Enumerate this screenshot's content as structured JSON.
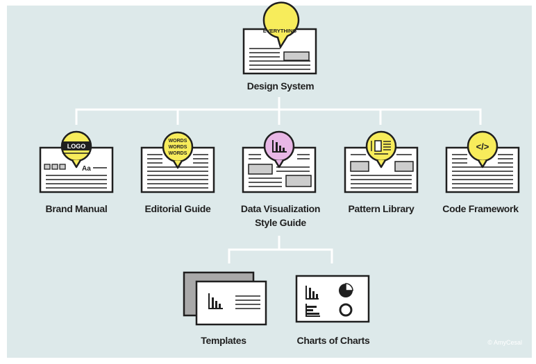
{
  "root": {
    "label": "Design System",
    "badge": "EVERYTHING"
  },
  "children": [
    {
      "id": "brand",
      "label": "Brand Manual",
      "badge": "LOGO"
    },
    {
      "id": "editorial",
      "label": "Editorial Guide",
      "badge": [
        "WORDS",
        "WORDS",
        "WORDS"
      ]
    },
    {
      "id": "dataviz",
      "label_line1": "Data Visualization",
      "label_line2": "Style Guide"
    },
    {
      "id": "pattern",
      "label": "Pattern Library"
    },
    {
      "id": "code",
      "label": "Code Framework",
      "badge": "</>"
    }
  ],
  "brand_card_text": "Aa",
  "grandchildren": [
    {
      "id": "templates",
      "label": "Templates"
    },
    {
      "id": "charts",
      "label": "Charts of Charts"
    }
  ],
  "credit": "© AmyCesal",
  "colors": {
    "background": "#dde9ea",
    "yellow": "#f7ec5b",
    "pink": "#e8b7e6",
    "ink": "#1f1f1f",
    "card": "#ffffff",
    "gray_fill": "#cccccc",
    "dark_gray": "#a9a9a9"
  }
}
